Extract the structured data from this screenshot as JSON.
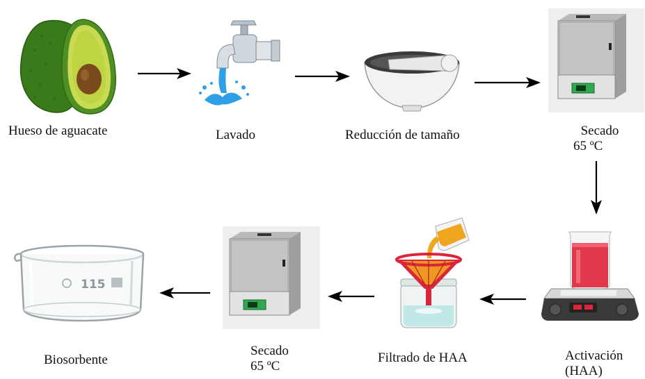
{
  "steps": [
    {
      "id": "avocado",
      "label": "Hueso de aguacate",
      "icon": "avocado-icon"
    },
    {
      "id": "wash",
      "label": "Lavado",
      "icon": "faucet-icon"
    },
    {
      "id": "grind",
      "label": "Reducción de tamaño",
      "icon": "mortar-pestle-icon"
    },
    {
      "id": "dry1",
      "label_line1": "Secado",
      "label_line2": "65 ºC",
      "icon": "drying-oven-icon"
    },
    {
      "id": "activate",
      "label_line1": "Activación",
      "label_line2": "(HAA)",
      "icon": "hotplate-beaker-icon"
    },
    {
      "id": "filter",
      "label": "Filtrado de HAA",
      "icon": "filter-funnel-icon"
    },
    {
      "id": "dry2",
      "label_line1": "Secado",
      "label_line2": "65 ºC",
      "icon": "drying-oven-icon"
    },
    {
      "id": "biosorbent",
      "label": "Biosorbente",
      "icon": "crystallizing-dish-icon",
      "dish_mark": "115"
    }
  ],
  "colors": {
    "avocado_skin": "#3f7d1e",
    "avocado_flesh": "#c5d94a",
    "avocado_seed": "#7a4a1c",
    "water": "#2f9fe6",
    "oven_body": "#c9c9c9",
    "oven_display": "#2fa84f",
    "beaker_liquid": "#e0243a",
    "filter_red": "#d9263a",
    "liquid_orange": "#f0a51f",
    "arrow": "#000000"
  }
}
